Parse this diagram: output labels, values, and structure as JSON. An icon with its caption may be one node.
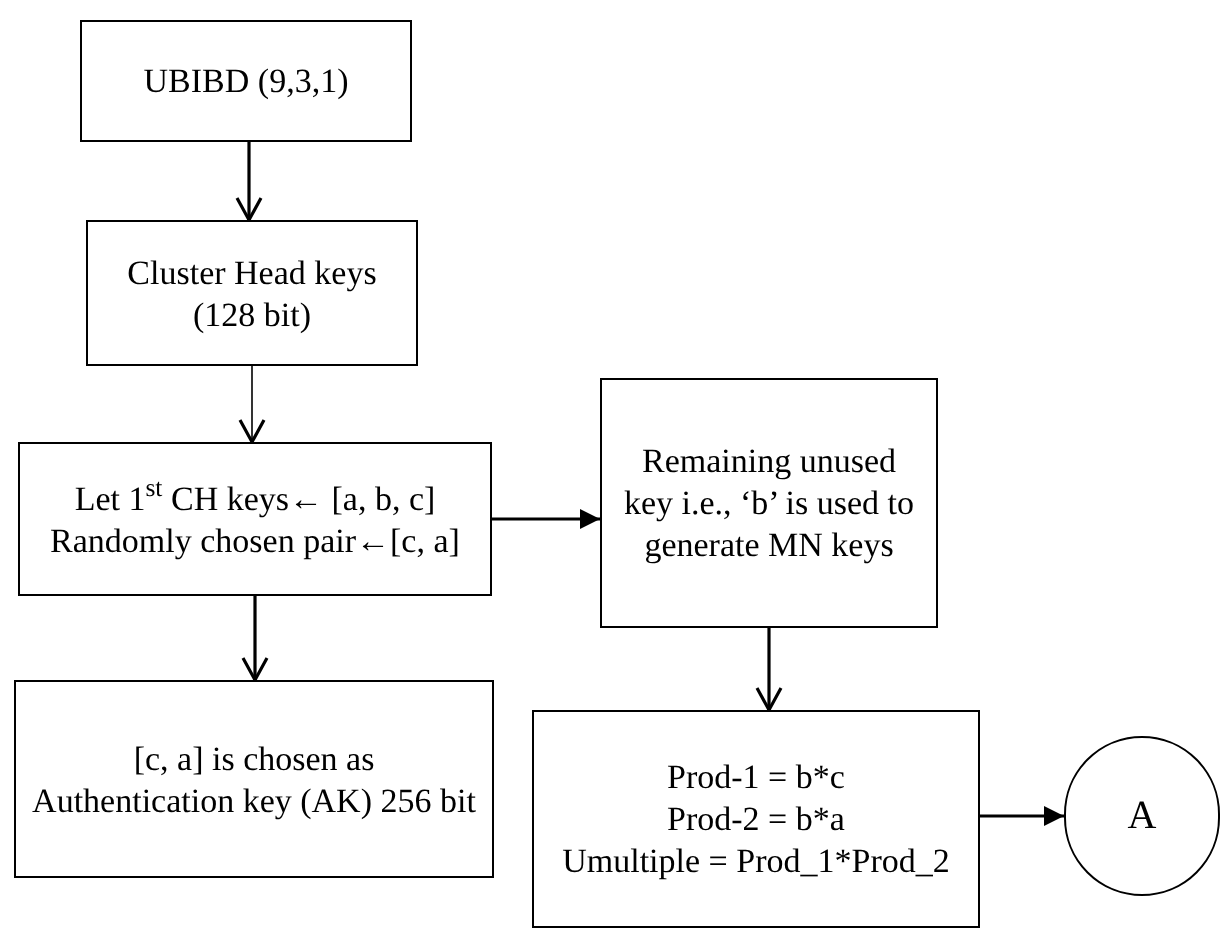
{
  "diagram": {
    "nodes": [
      {
        "text": [
          "UBIBD (9,3,1)"
        ]
      },
      {
        "text": [
          "Cluster Head keys (128 bit)"
        ]
      },
      {
        "text": [
          "Let 1$^{st}$ CH keys← [a, b, c]",
          "Randomly chosen pair←[c, a]"
        ]
      },
      {
        "text": [
          "[c, a] is chosen as Authentication key (AK) 256 bit"
        ]
      },
      {
        "text": [
          "Remaining unused key i.e., ‘b’ is used to generate MN keys"
        ]
      },
      {
        "text": [
          "Prod-1 = b*c",
          "Prod-2 = b*a",
          "Umultiple = Prod_1*Prod_2"
        ]
      },
      {
        "text": [
          "A"
        ]
      }
    ],
    "edges": [
      {
        "from": 0,
        "to": 1,
        "arrow": "to"
      },
      {
        "from": 1,
        "to": 2,
        "arrow": "to"
      },
      {
        "from": 2,
        "to": 3,
        "arrow": "to"
      },
      {
        "from": 2,
        "to": 4,
        "arrow": "to"
      },
      {
        "from": 4,
        "to": 5,
        "arrow": "to"
      },
      {
        "from": 5,
        "to": 6,
        "arrow": "to"
      }
    ]
  }
}
